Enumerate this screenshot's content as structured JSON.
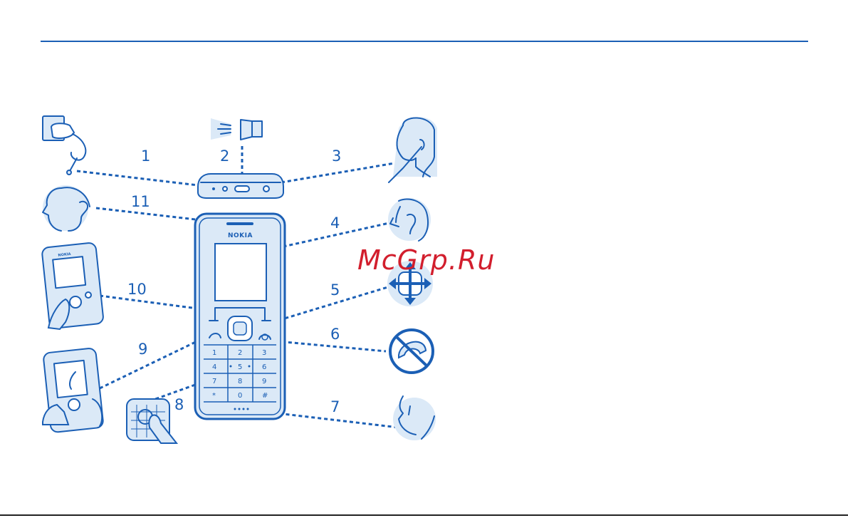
{
  "watermark": "McGrp.Ru",
  "phone": {
    "brand": "NOKIA",
    "keys": [
      "1",
      "2",
      "3",
      "4",
      "5",
      "6",
      "7",
      "8",
      "9",
      "*",
      "0",
      "#"
    ]
  },
  "callouts": {
    "c1": "1",
    "c2": "2",
    "c3": "3",
    "c4": "4",
    "c5": "5",
    "c6": "6",
    "c7": "7",
    "c8": "8",
    "c9": "9",
    "c10": "10",
    "c11": "11"
  },
  "colors": {
    "line": "#1b5fb5",
    "fill": "#dbe9f7",
    "watermark": "#d21e2d"
  },
  "icons": [
    "charger-icon",
    "flashlight-icon",
    "headset-person-icon",
    "earpiece-icon",
    "navigation-key-icon",
    "end-call-icon",
    "microphone-icon",
    "keypad-lock-icon",
    "call-key-icon",
    "selection-keys-icon",
    "ear-speaker-icon"
  ]
}
